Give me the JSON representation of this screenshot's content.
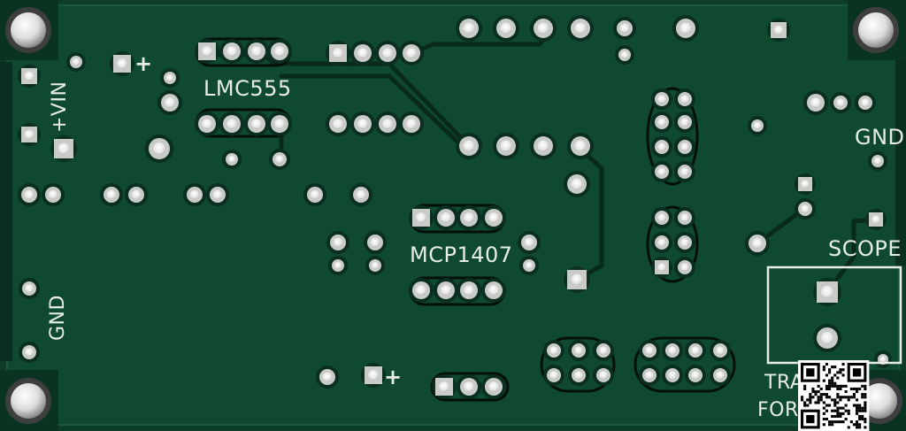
{
  "board": {
    "colors": {
      "substrate": "#0d3d28",
      "copper": "#0f4a30",
      "copper_edge": "#1a5a3c",
      "void": "#0a2e1f",
      "silk": "#e8ece8",
      "pad": "#c9cbc8",
      "drill": "#f4f4f2",
      "outline": "#050f0a"
    },
    "silkscreen": {
      "ic1": "LMC555",
      "ic2": "MCP1407",
      "vin": "+VIN",
      "gnd_left": "GND",
      "gnd_right": "GND",
      "scope": "SCOPE",
      "plus_top": "+",
      "plus_bottom": "+",
      "trafo_1": "TRA",
      "trafo_2": "FOR"
    },
    "qr_code": "qr-code-icon"
  }
}
